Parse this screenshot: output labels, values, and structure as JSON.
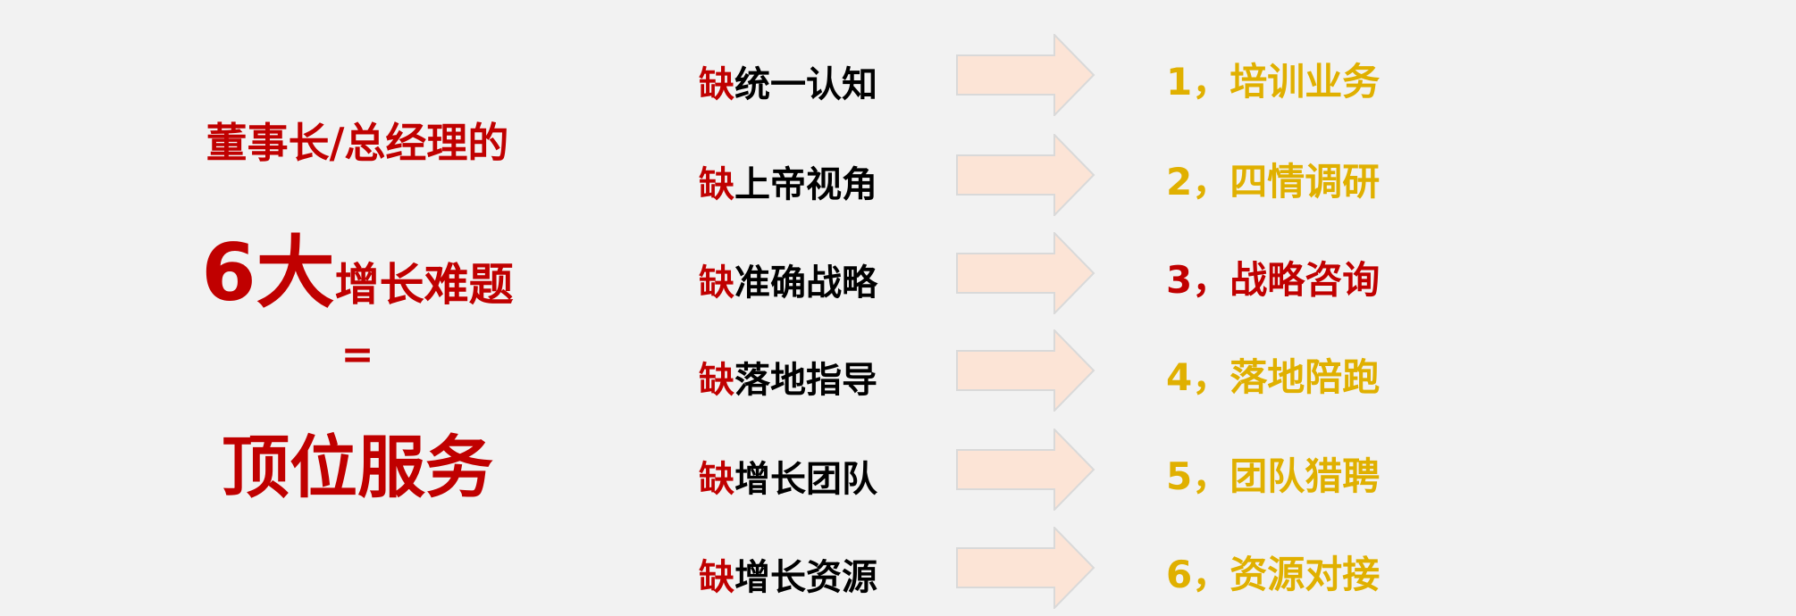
{
  "left": {
    "line1": "董事长/总经理的",
    "line2_big": "6大",
    "line2_rest": "增长难题",
    "equals": "=",
    "line4": "顶位服务"
  },
  "rows": [
    {
      "prefix": "缺",
      "label": "统一认知",
      "result": "1，培训业务",
      "result_color": "#e0b000"
    },
    {
      "prefix": "缺",
      "label": "上帝视角",
      "result": "2，四情调研",
      "result_color": "#e0b000"
    },
    {
      "prefix": "缺",
      "label": "准确战略",
      "result": "3，战略咨询",
      "result_color": "#c00000"
    },
    {
      "prefix": "缺",
      "label": "落地指导",
      "result": "4，落地陪跑",
      "result_color": "#e0b000"
    },
    {
      "prefix": "缺",
      "label": "增长团队",
      "result": "5，团队猎聘",
      "result_color": "#e0b000"
    },
    {
      "prefix": "缺",
      "label": "增长资源",
      "result": "6，资源对接",
      "result_color": "#e0b000"
    }
  ],
  "colors": {
    "red": "#c00000",
    "gold": "#e0b000",
    "arrow_fill": "#fce4d6",
    "background": "#f2f2f2"
  }
}
